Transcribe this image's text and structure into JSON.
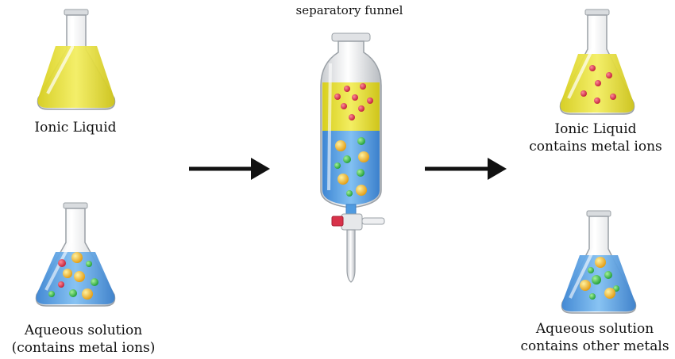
{
  "title": "separatory funnel",
  "labels": {
    "ionic_liquid_in": "Ionic Liquid",
    "aqueous_in_line1": "Aqueous solution",
    "aqueous_in_line2": "(contains metal ions)",
    "funnel": "separatory funnel",
    "ionic_liquid_out_line1": "Ionic Liquid",
    "ionic_liquid_out_line2": "contains metal ions",
    "aqueous_out_line1": "Aqueous solution",
    "aqueous_out_line2": "contains other metals"
  },
  "colors": {
    "ionic_liquid": "#e8e23a",
    "aqueous": "#4f9be0",
    "red_ion": "#d8324a",
    "green_ion": "#2fb54a",
    "gold_ion": "#f2b51c",
    "arrow": "#111111"
  }
}
